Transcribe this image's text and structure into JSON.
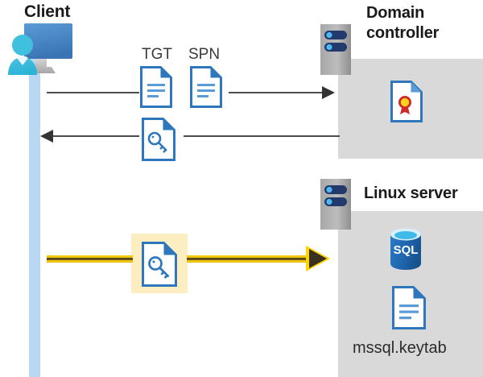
{
  "diagram": {
    "title": "Kerberos authentication flow between client, domain controller and Linux server",
    "nodes": {
      "client": {
        "label": "Client",
        "icon": "user-monitor-icon"
      },
      "domain_controller": {
        "label": "Domain controller",
        "label_line1": "Domain",
        "label_line2": "controller",
        "rack_icon": "server-rack-icon",
        "contents": [
          {
            "icon": "certificate-document-icon",
            "caption": ""
          }
        ]
      },
      "linux_server": {
        "label": "Linux server",
        "rack_icon": "server-rack-icon",
        "contents": [
          {
            "icon": "sql-database-icon",
            "caption": "SQL"
          },
          {
            "icon": "document-icon",
            "caption": "mssql.keytab"
          }
        ]
      }
    },
    "flows": [
      {
        "id": "request",
        "from": "client",
        "to": "domain_controller",
        "direction": "right",
        "style": "thin-gray-arrow",
        "payload_icons": [
          {
            "caption": "TGT",
            "icon": "document-text-icon"
          },
          {
            "caption": "SPN",
            "icon": "document-text-icon"
          }
        ]
      },
      {
        "id": "ticket-response",
        "from": "domain_controller",
        "to": "client",
        "direction": "left",
        "style": "thin-gray-arrow",
        "payload_icons": [
          {
            "caption": "",
            "icon": "document-key-icon"
          }
        ]
      },
      {
        "id": "service-ticket",
        "from": "client",
        "to": "linux_server",
        "direction": "right",
        "style": "thick-yellow-arrow",
        "highlighted": true,
        "payload_icons": [
          {
            "caption": "",
            "icon": "document-key-icon"
          }
        ]
      }
    ],
    "colors": {
      "panel_gray": "#d9d9d9",
      "lifeline_blue": "#b9d7f2",
      "highlight_yellow": "#fdeec2",
      "flow_yellow": "#ffd400",
      "doc_blue": "#2e77bc",
      "sql_blue": "#1f66ae",
      "cert_red": "#cf2a27",
      "cert_gold": "#ffd21e",
      "arrow_gray": "#333333",
      "text_dark": "#1a1a1a"
    }
  }
}
